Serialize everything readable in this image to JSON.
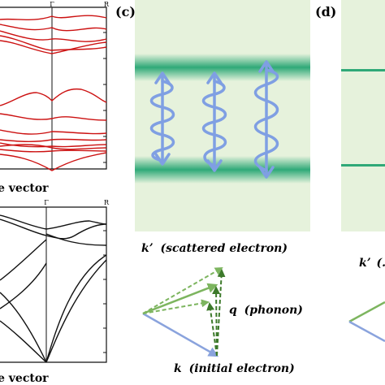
{
  "panels": {
    "c": {
      "label": "(c)"
    },
    "d": {
      "label": "(d)"
    }
  },
  "band_plot_top": {
    "high_symmetry_labels": [
      "Γ",
      "R"
    ],
    "axis_caption": "e vector"
  },
  "band_plot_bottom": {
    "high_symmetry_labels": [
      "Γ",
      "R"
    ],
    "axis_caption": "e vector"
  },
  "vector_diagram_c": {
    "k_prime": "k’",
    "k_prime_desc": "(scattered electron)",
    "q": "q",
    "q_desc": "(phonon)",
    "k": "k",
    "k_desc": "(initial electron)"
  },
  "vector_diagram_d": {
    "k_prime": "k’",
    "k_prime_desc": "(…"
  },
  "colors": {
    "band_red": "#cc1111",
    "panel_bg": "#e6f2dc",
    "stripe_green": "#2fa978",
    "arrow_blue": "#7f9fe3",
    "vector_green": "#7db55f",
    "vector_dark_green": "#3d7a2b",
    "vector_blue": "#8aa3dd"
  }
}
